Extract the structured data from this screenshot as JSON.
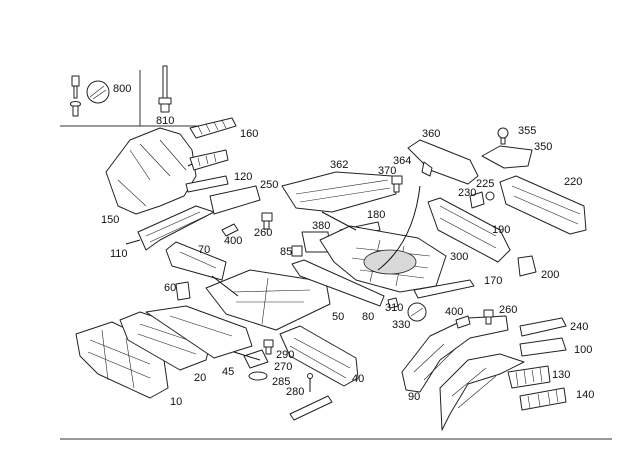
{
  "diagram": {
    "callouts": [
      {
        "id": "c800",
        "text": "800"
      },
      {
        "id": "c810",
        "text": "810"
      },
      {
        "id": "c160",
        "text": "160"
      },
      {
        "id": "c150",
        "text": "150"
      },
      {
        "id": "c120",
        "text": "120"
      },
      {
        "id": "c250",
        "text": "250"
      },
      {
        "id": "c110",
        "text": "110"
      },
      {
        "id": "c70",
        "text": "70"
      },
      {
        "id": "c400a",
        "text": "400"
      },
      {
        "id": "c260a",
        "text": "260"
      },
      {
        "id": "c362",
        "text": "362"
      },
      {
        "id": "c364",
        "text": "364"
      },
      {
        "id": "c360",
        "text": "360"
      },
      {
        "id": "c370",
        "text": "370"
      },
      {
        "id": "c355",
        "text": "355"
      },
      {
        "id": "c350",
        "text": "350"
      },
      {
        "id": "c225",
        "text": "225"
      },
      {
        "id": "c230",
        "text": "230"
      },
      {
        "id": "c220",
        "text": "220"
      },
      {
        "id": "c180",
        "text": "180"
      },
      {
        "id": "c380",
        "text": "380"
      },
      {
        "id": "c85",
        "text": "85"
      },
      {
        "id": "c190",
        "text": "190"
      },
      {
        "id": "c300",
        "text": "300"
      },
      {
        "id": "c200",
        "text": "200"
      },
      {
        "id": "c170",
        "text": "170"
      },
      {
        "id": "c60",
        "text": "60"
      },
      {
        "id": "c50",
        "text": "50"
      },
      {
        "id": "c80",
        "text": "80"
      },
      {
        "id": "c310",
        "text": "310"
      },
      {
        "id": "c330",
        "text": "330"
      },
      {
        "id": "c400b",
        "text": "400"
      },
      {
        "id": "c260b",
        "text": "260"
      },
      {
        "id": "c240",
        "text": "240"
      },
      {
        "id": "c100",
        "text": "100"
      },
      {
        "id": "c290",
        "text": "290"
      },
      {
        "id": "c270",
        "text": "270"
      },
      {
        "id": "c285",
        "text": "285"
      },
      {
        "id": "c280",
        "text": "280"
      },
      {
        "id": "c20",
        "text": "20"
      },
      {
        "id": "c45",
        "text": "45"
      },
      {
        "id": "c40",
        "text": "40"
      },
      {
        "id": "c10",
        "text": "10"
      },
      {
        "id": "c90",
        "text": "90"
      },
      {
        "id": "c130",
        "text": "130"
      },
      {
        "id": "c140",
        "text": "140"
      }
    ],
    "colors": {
      "ink": "#111111",
      "panel_fill": "#ffffff",
      "shade": "#d9d9d9"
    }
  }
}
